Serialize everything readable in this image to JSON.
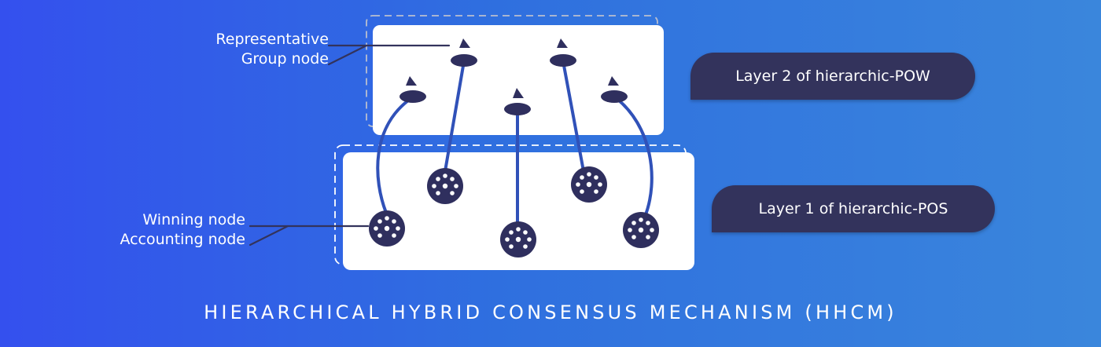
{
  "labels": {
    "representative": [
      "Representative",
      "Group node"
    ],
    "winning": [
      "Winning node",
      "Accounting node"
    ]
  },
  "layers": {
    "layer2": "Layer 2 of hierarchic-POW",
    "layer1": "Layer 1 of hierarchic-POS"
  },
  "title": "HIERARCHICAL HYBRID CONSENSUS MECHANISM (HHCM)",
  "colors": {
    "node": "#2f2f5e",
    "connector": "#3051b8",
    "pill": "#33335c",
    "panel": "#ffffff"
  }
}
